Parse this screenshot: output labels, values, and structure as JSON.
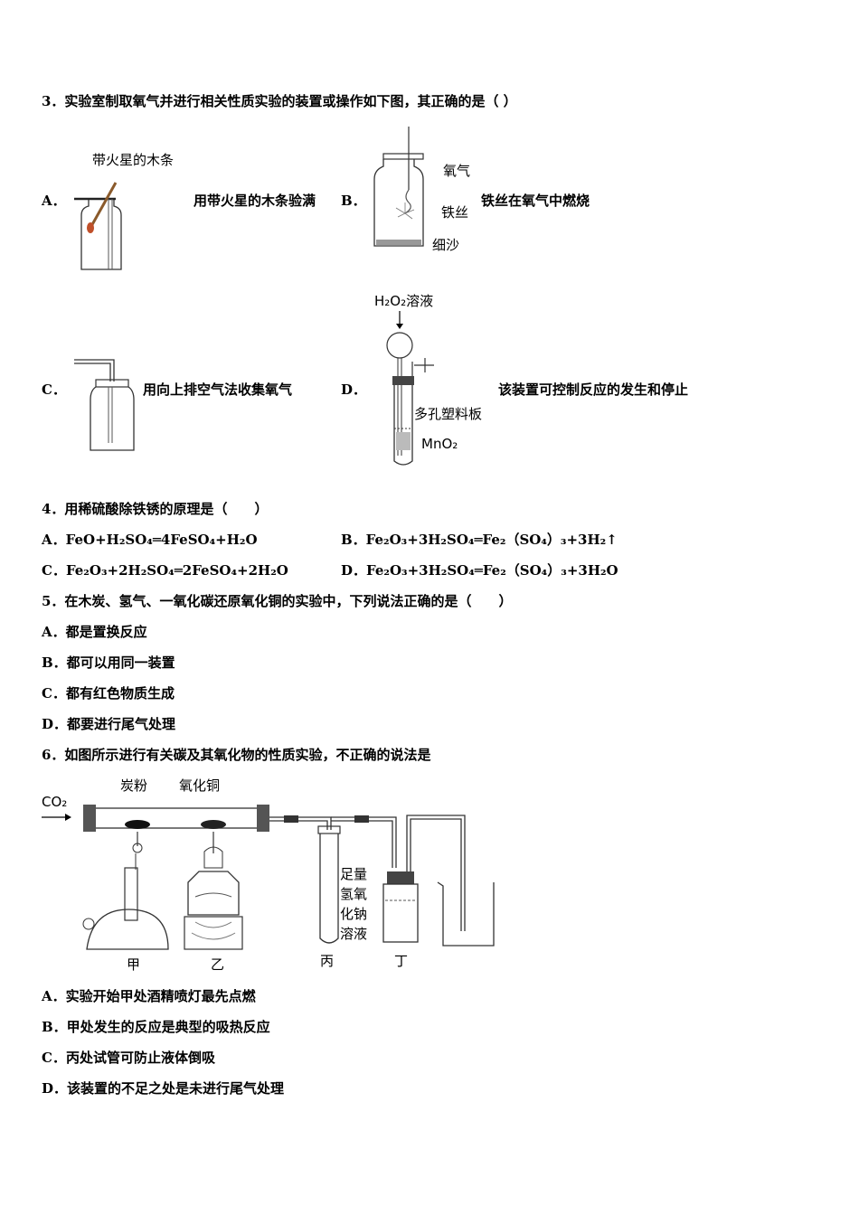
{
  "q3": {
    "stem": "3．实验室制取氧气并进行相关性质实验的装置或操作如下图，其正确的是（ ）",
    "A": {
      "letter": "A．",
      "caption": "用带火星的木条验满",
      "label_top": "带火星的木条"
    },
    "B": {
      "letter": "B．",
      "caption": "铁丝在氧气中燃烧",
      "label_oxygen": "氧气",
      "label_wire": "铁丝",
      "label_sand": "细沙"
    },
    "C": {
      "letter": "C．",
      "caption": "用向上排空气法收集氧气"
    },
    "D": {
      "letter": "D．",
      "caption": "该装置可控制反应的发生和停止",
      "label_h2o2": "H₂O₂溶液",
      "label_plate": "多孔塑料板",
      "label_mno2": "MnO₂"
    }
  },
  "q4": {
    "stem": "4．用稀硫酸除铁锈的原理是（　　）",
    "A": "A．FeO+H₂SO₄═4FeSO₄+H₂O",
    "B": "B．Fe₂O₃+3H₂SO₄═Fe₂（SO₄）₃+3H₂↑",
    "C": "C．Fe₂O₃+2H₂SO₄═2FeSO₄+2H₂O",
    "D": "D．Fe₂O₃+3H₂SO₄═Fe₂（SO₄）₃+3H₂O"
  },
  "q5": {
    "stem": "5．在木炭、氢气、一氧化碳还原氧化铜的实验中，下列说法正确的是（　　）",
    "A": "A．都是置换反应",
    "B": "B．都可以用同一装置",
    "C": "C．都有红色物质生成",
    "D": "D．都要进行尾气处理"
  },
  "q6": {
    "stem": "6．如图所示进行有关碳及其氧化物的性质实验，不正确的说法是",
    "fig": {
      "co2": "CO₂",
      "carbon": "炭粉",
      "cuo": "氧化铜",
      "naoh": [
        "足量",
        "氢氧",
        "化钠",
        "溶液"
      ],
      "jia": "甲",
      "yi": "乙",
      "bing": "丙",
      "ding": "丁"
    },
    "A": "A．实验开始甲处酒精喷灯最先点燃",
    "B": "B．甲处发生的反应是典型的吸热反应",
    "C": "C．丙处试管可防止液体倒吸",
    "D": "D．该装置的不足之处是未进行尾气处理"
  }
}
